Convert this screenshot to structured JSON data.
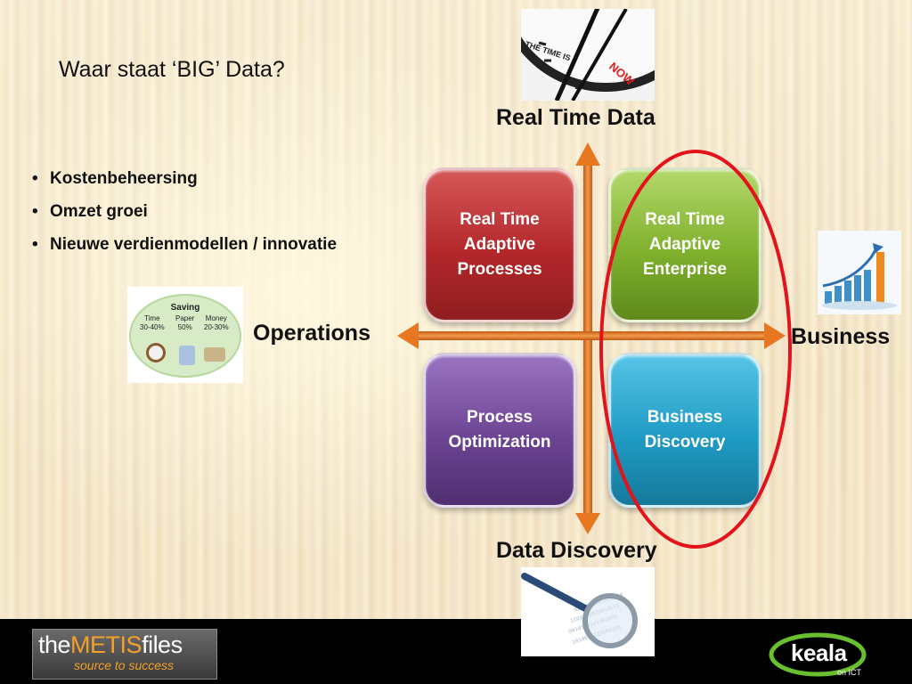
{
  "slide": {
    "title": "Waar staat ‘BIG’ Data?",
    "bullets": [
      "Kostenbeheersing",
      "Omzet groei",
      "Nieuwe verdienmodellen / innovatie"
    ],
    "bullet_glyph": "•"
  },
  "diagram": {
    "axis_top": "Real Time Data",
    "axis_bottom": "Data Discovery",
    "axis_left": "Operations",
    "axis_right": "Business",
    "quadrants": {
      "top_left": "Real Time\nAdaptive\nProcesses",
      "top_right": "Real Time\nAdaptive\nEnterprise",
      "bottom_left": "Process\nOptimization",
      "bottom_right": "Business\nDiscovery"
    },
    "colors": {
      "arrow": "#e87722",
      "highlight_ellipse": "#e3121b",
      "top_left": "#b3272b",
      "top_right": "#7fb02d",
      "bottom_left": "#6c4493",
      "bottom_right": "#1f9bc4"
    }
  },
  "images": {
    "clock": {
      "text": "THE TIME IS NOW",
      "icon": "clock-image"
    },
    "saving": {
      "title": "Saving",
      "items": [
        {
          "label": "Time",
          "value": "30-40%"
        },
        {
          "label": "Paper",
          "value": "50%"
        },
        {
          "label": "Money",
          "value": "20-30%"
        }
      ],
      "icon": "saving-cloud-image"
    },
    "growth_chart": {
      "icon": "growth-bar-chart-image"
    },
    "magnifier": {
      "icon": "magnifying-glass-image"
    }
  },
  "footer": {
    "metis_logo": {
      "prefix": "the",
      "accent": "METIS",
      "suffix": "files",
      "tagline": "source to success"
    },
    "keala_logo": {
      "name": "keala",
      "tagline": "on ICT"
    }
  }
}
